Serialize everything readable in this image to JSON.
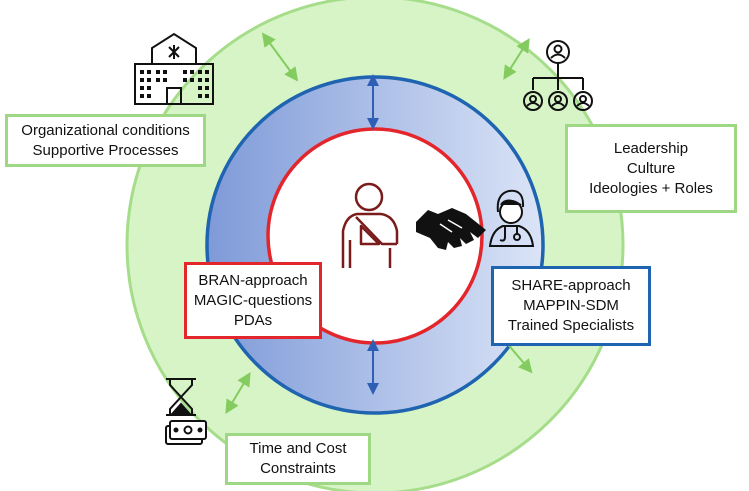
{
  "colors": {
    "outer_ring": "#d6f4c6",
    "outer_ring_border": "#a5dd8a",
    "middle_ring_dark": "#7e9ad8",
    "middle_ring_light": "#dbe4f7",
    "middle_ring_border": "#1f64b0",
    "inner_ring_border": "#e3262b",
    "green_arrow": "#84cc5f",
    "blue_arrow": "#2f5fb5",
    "patient_icon": "#7a1c1c"
  },
  "icons": {
    "building": "hospital-building-icon",
    "org_chart": "org-chart-icon",
    "hourglass_money": "hourglass-money-icon",
    "patient": "patient-arm-sling-icon",
    "handshake": "handshake-icon",
    "doctor": "doctor-icon"
  },
  "boxes": {
    "organizational": {
      "line1": "Organizational conditions",
      "line2": "Supportive Processes"
    },
    "leadership": {
      "line1": "Leadership",
      "line2": "Culture",
      "line3": "Ideologies + Roles"
    },
    "bran": {
      "line1": "BRAN-approach",
      "line2": "MAGIC-questions",
      "line3": "PDAs"
    },
    "share": {
      "line1": "SHARE-approach",
      "line2": "MAPPIN-SDM",
      "line3": "Trained Specialists"
    },
    "time_cost": {
      "line1": "Time and Cost",
      "line2": "Constraints"
    }
  }
}
